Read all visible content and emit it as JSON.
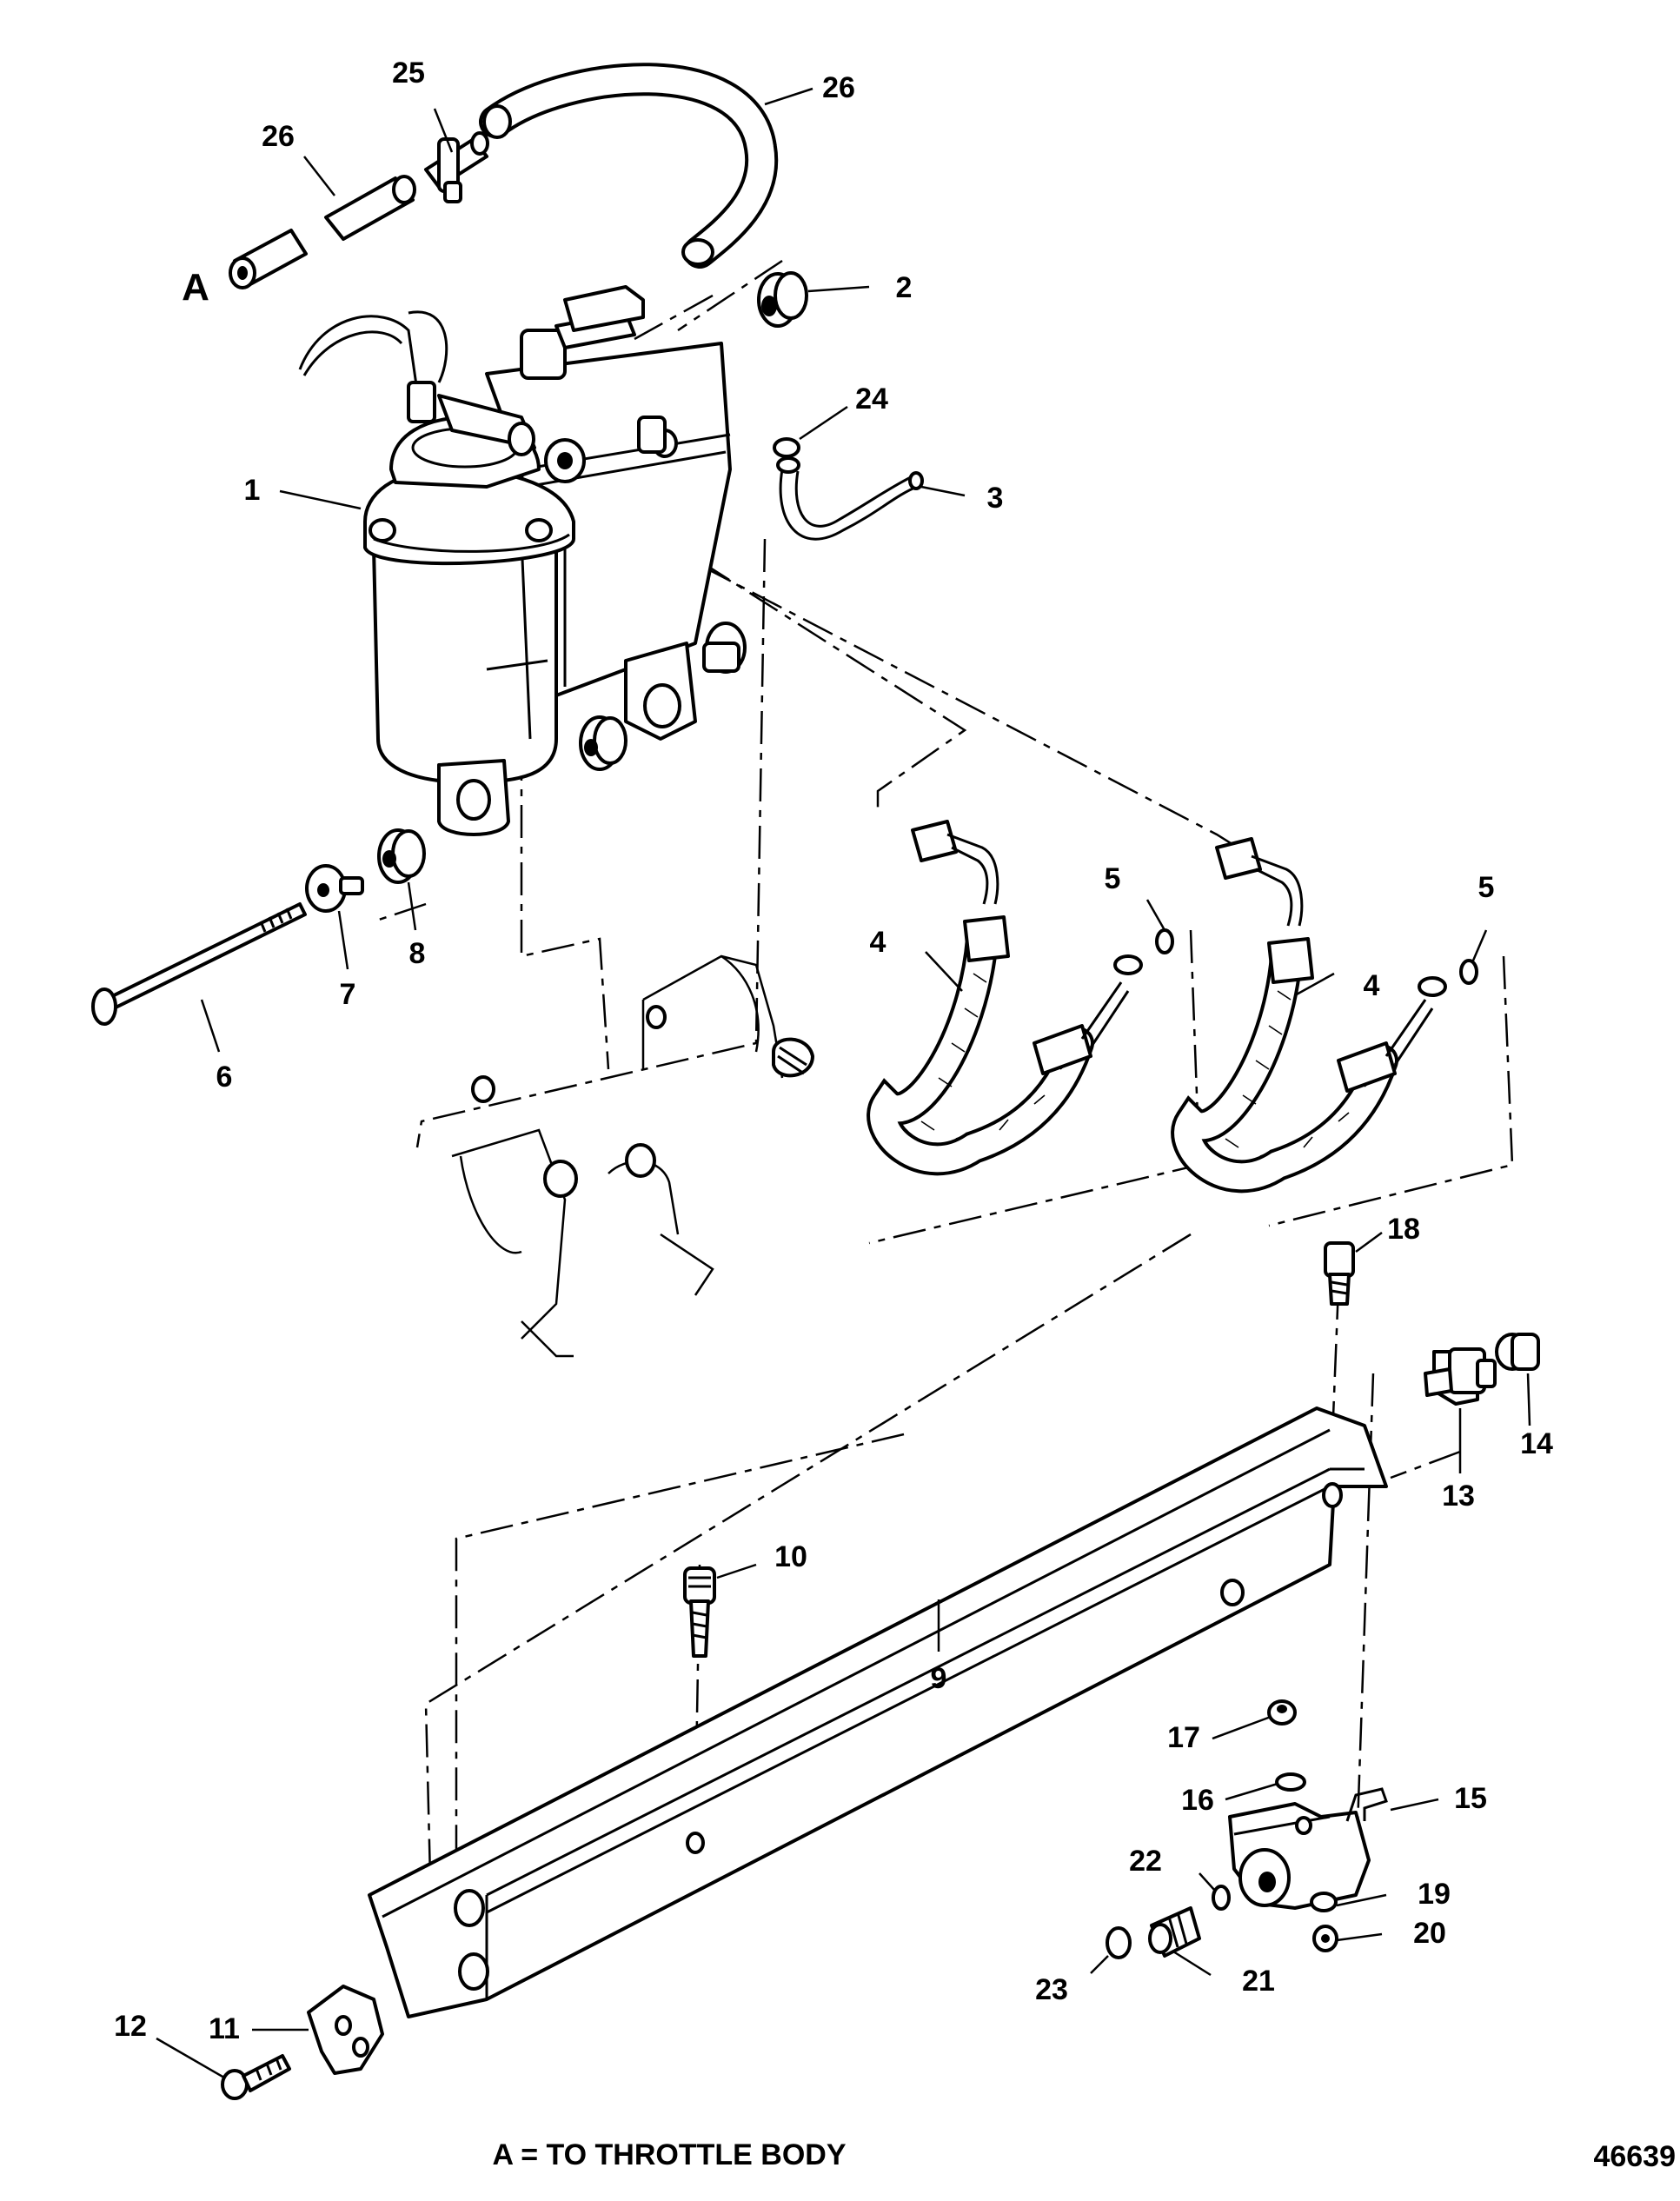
{
  "diagram": {
    "section_label": "A",
    "footnote": "A = TO THROTTLE BODY",
    "reference_number": "46639",
    "callouts": {
      "c1": "1",
      "c2": "2",
      "c3": "3",
      "c4a": "4",
      "c4b": "4",
      "c5a": "5",
      "c5b": "5",
      "c6": "6",
      "c7": "7",
      "c8": "8",
      "c9": "9",
      "c10": "10",
      "c11": "11",
      "c12": "12",
      "c13": "13",
      "c14": "14",
      "c15": "15",
      "c16": "16",
      "c17": "17",
      "c18": "18",
      "c19": "19",
      "c20": "20",
      "c21": "21",
      "c22": "22",
      "c23": "23",
      "c24": "24",
      "c25": "25",
      "c26a": "26",
      "c26b": "26"
    }
  }
}
